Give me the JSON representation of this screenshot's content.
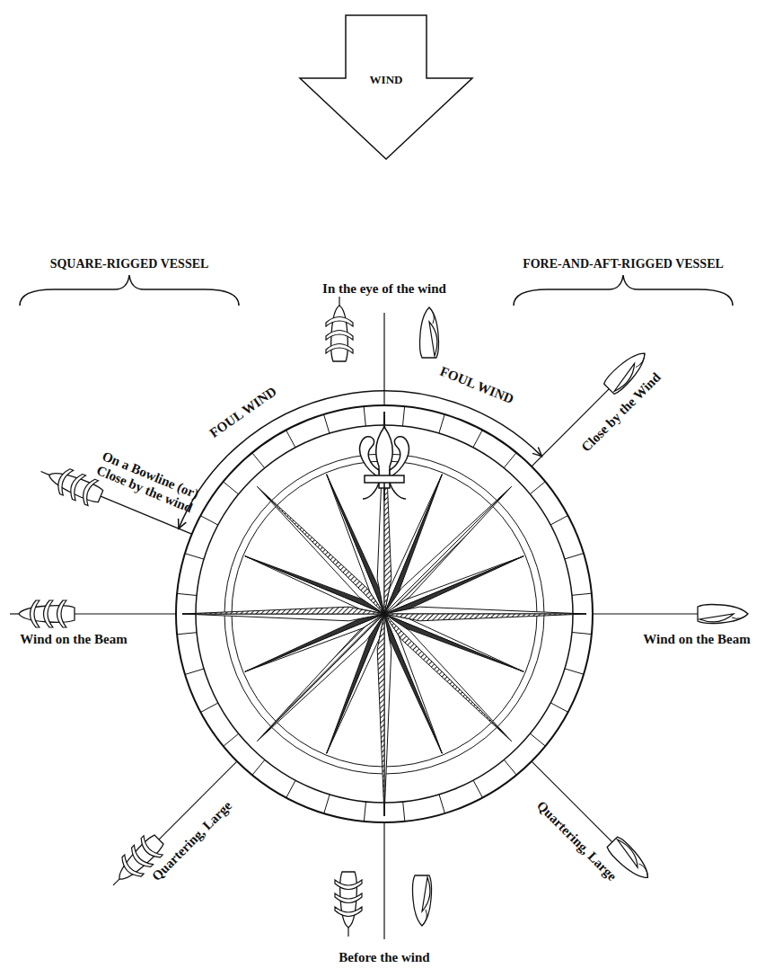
{
  "diagram": {
    "nodes": [
      {
        "text": [
          "WIND"
        ]
      }
    ],
    "labels": [
      "SQUARE-RIGGED VESSEL",
      "In the eye of the wind",
      "FORE-AND-AFT-RIGGED VESSEL",
      "FOUL WIND",
      "FOUL WIND",
      "Close by the Wind",
      "On a Bowline (or) Close by the wind",
      "Wind on the Beam",
      "Wind on the Beam",
      "Quartering, Large",
      "Quartering, Large",
      "Before the wind"
    ]
  }
}
